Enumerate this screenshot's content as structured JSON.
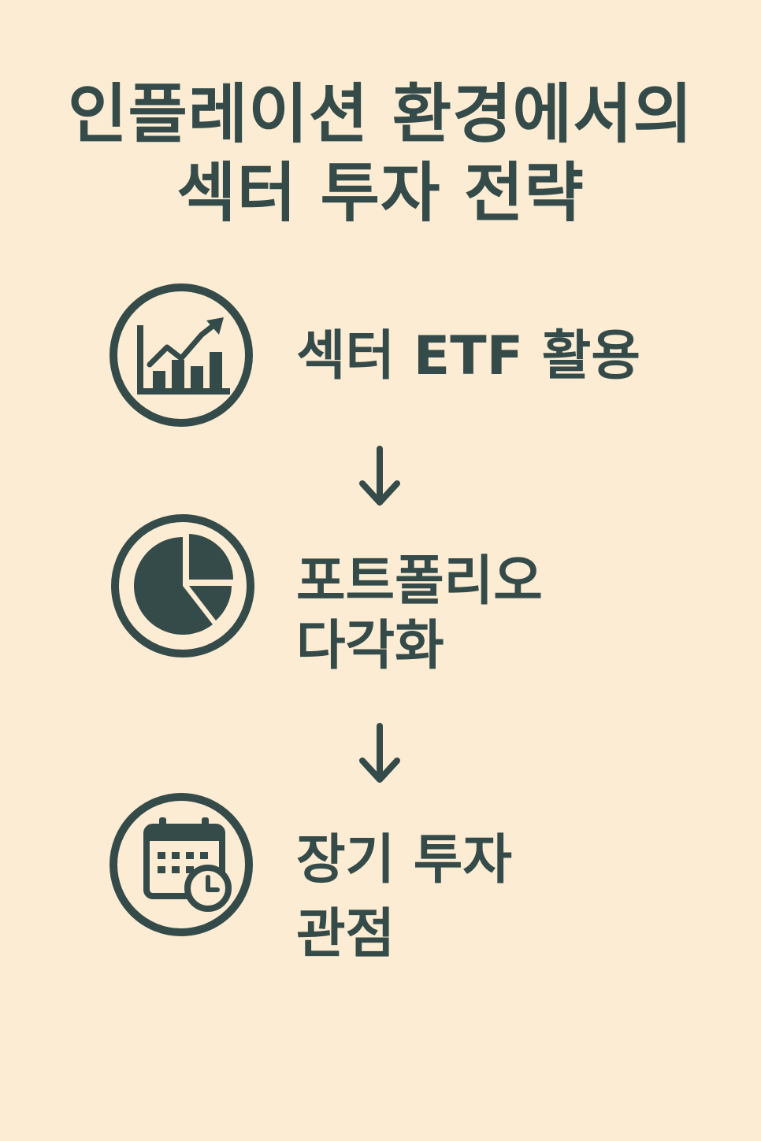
{
  "title": {
    "line1": "인플레이션 환경에서의",
    "line2": "섹터 투자 전략"
  },
  "steps": [
    {
      "icon": "growth-chart-icon",
      "line1": "섹터 ETF 활용",
      "line2": ""
    },
    {
      "icon": "pie-chart-icon",
      "line1": "포트폴리오",
      "line2": "다각화"
    },
    {
      "icon": "calendar-clock-icon",
      "line1": "장기 투자",
      "line2": "관점"
    }
  ],
  "colors": {
    "background": "#fbecd3",
    "ink": "#354b4a"
  }
}
